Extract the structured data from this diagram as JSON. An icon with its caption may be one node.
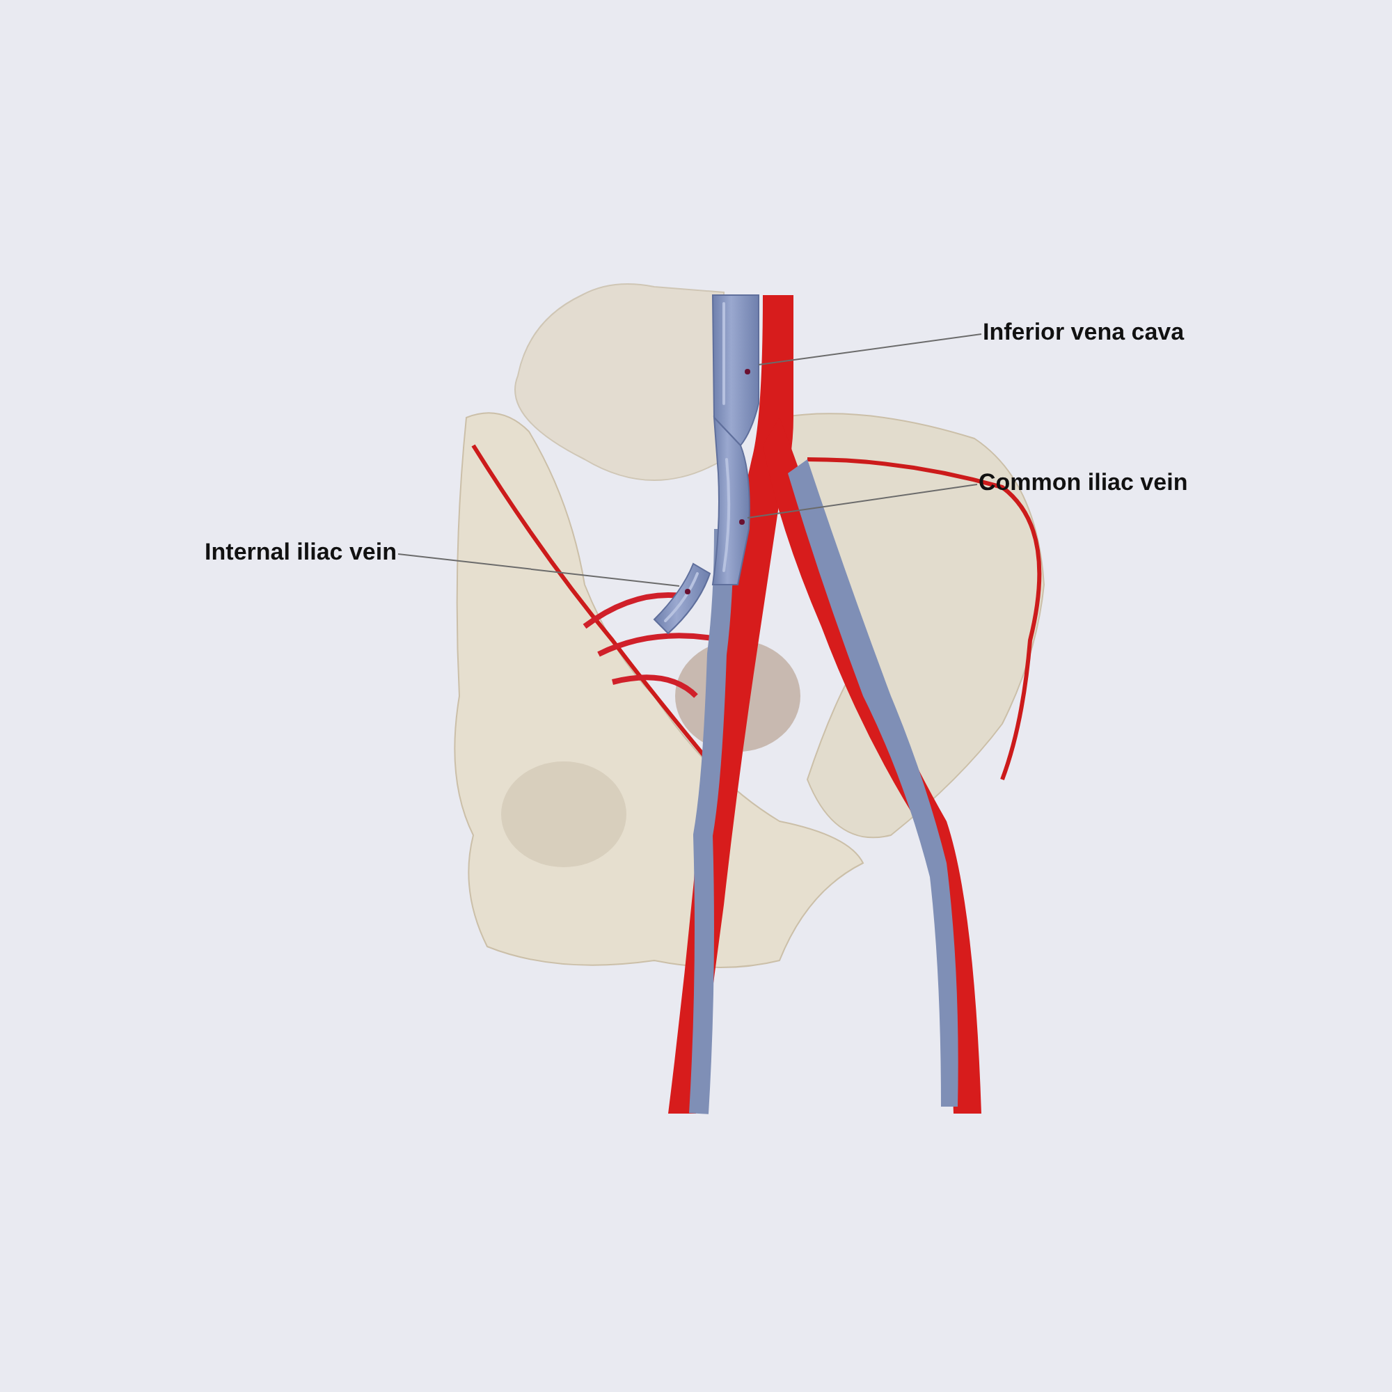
{
  "diagram": {
    "nodes": [
      {
        "text": [
          "Inferior vena cava"
        ]
      },
      {
        "text": [],
        "shape": "picture"
      },
      {
        "text": [
          "Common iliac vein"
        ]
      },
      {
        "text": [],
        "shape": "picture"
      },
      {
        "text": [
          "Internal iliac vein"
        ]
      },
      {
        "text": [],
        "shape": "picture"
      }
    ],
    "edges": [
      {
        "from": 0,
        "to": 1,
        "arrow": "none"
      },
      {
        "from": 2,
        "to": 3,
        "arrow": "none"
      },
      {
        "from": 4,
        "to": 5,
        "arrow": "none"
      }
    ]
  }
}
